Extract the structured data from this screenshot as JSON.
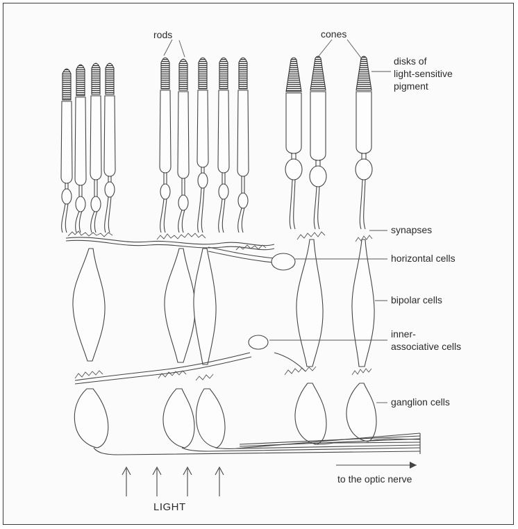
{
  "labels": {
    "rods": "rods",
    "cones": "cones",
    "disks_line1": "disks of",
    "disks_line2": "light-sensitive",
    "disks_line3": "pigment",
    "synapses": "synapses",
    "horizontal": "horizontal cells",
    "bipolar": "bipolar cells",
    "inner_line1": "inner-",
    "inner_line2": "associative cells",
    "ganglion": "ganglion cells",
    "optic": "to the optic nerve",
    "light": "LIGHT"
  },
  "colors": {
    "ink": "#2a2a2a",
    "paper": "#fbfbfb",
    "frame": "#3a3a3a"
  }
}
